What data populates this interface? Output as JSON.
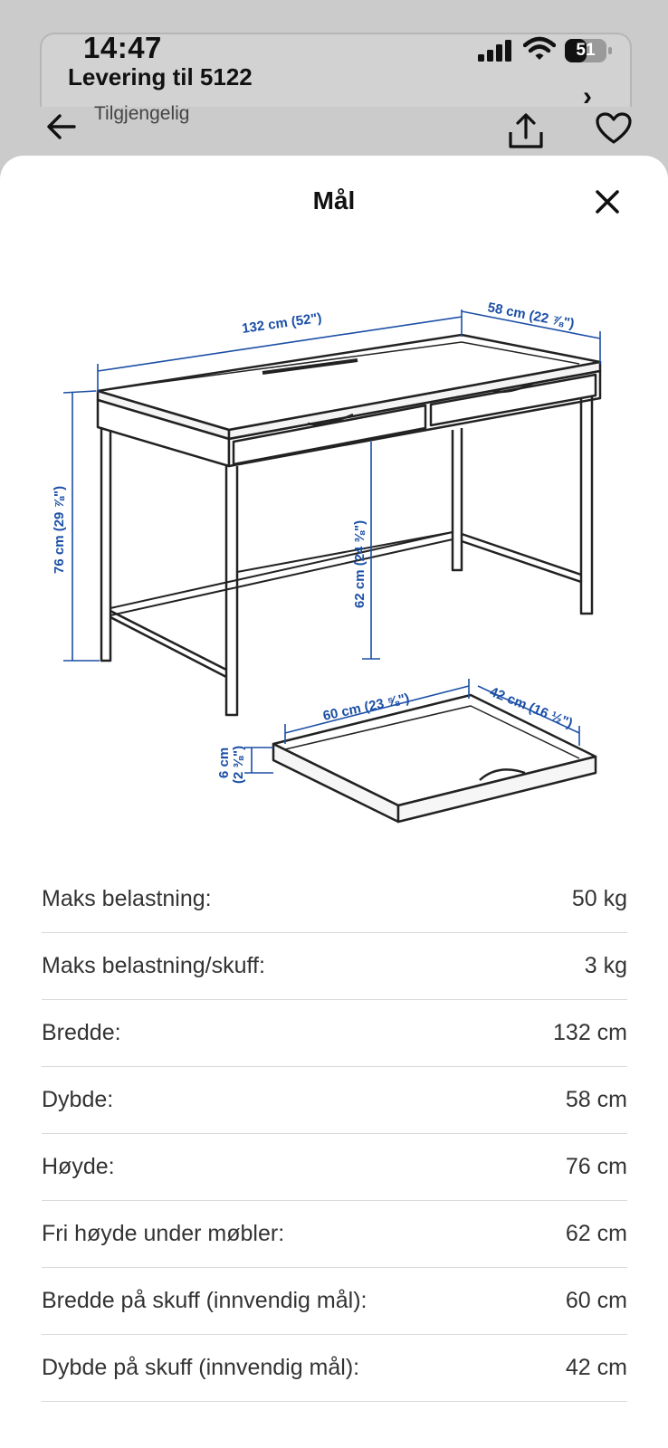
{
  "status_bar": {
    "time": "14:47",
    "battery": "51"
  },
  "background_page": {
    "delivery": "Levering til 5122",
    "availability": "Tilgjengelig"
  },
  "sheet": {
    "title": "Mål"
  },
  "diagram_labels": {
    "width": "132 cm (52\")",
    "depth": "58 cm (22 ⅞\")",
    "height": "76 cm (29 ⅞\")",
    "clearance": "62 cm (24 ⅜\")",
    "drawer_width": "60 cm (23 ⅝\")",
    "drawer_depth": "42 cm (16 ½\")",
    "drawer_height_cm": "6 cm",
    "drawer_height_in": "(2 ⅜\")"
  },
  "specs": [
    {
      "label": "Maks belastning:",
      "value": "50 kg"
    },
    {
      "label": "Maks belastning/skuff:",
      "value": "3 kg"
    },
    {
      "label": "Bredde:",
      "value": "132 cm"
    },
    {
      "label": "Dybde:",
      "value": "58 cm"
    },
    {
      "label": "Høyde:",
      "value": "76 cm"
    },
    {
      "label": "Fri høyde under møbler:",
      "value": "62 cm"
    },
    {
      "label": "Bredde på skuff (innvendig mål):",
      "value": "60 cm"
    },
    {
      "label": "Dybde på skuff (innvendig mål):",
      "value": "42 cm"
    }
  ]
}
